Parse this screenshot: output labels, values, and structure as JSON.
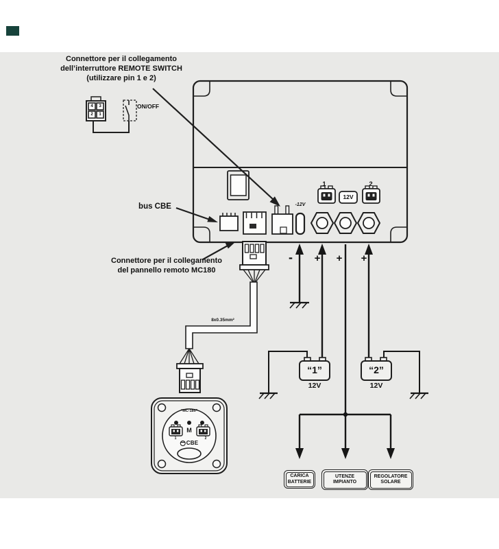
{
  "colors": {
    "canvas": "#e9e9e7",
    "page": "#ffffff",
    "line": "#1f1f1f",
    "component_fill": "#fbfbfa",
    "corner_mark": "#17433b"
  },
  "annotations": {
    "remote_switch": {
      "line1": "Connettore per il collegamento",
      "line2": "dell’interruttore REMOTE SWITCH",
      "line3": "(utilizzare pin 1 e 2)"
    },
    "on_off": "ON/OFF",
    "bus_cbe": "bus CBE",
    "mc180": {
      "line1": "Connettore per il collegamento",
      "line2": "del pannello remoto MC180"
    },
    "cable_spec": "8x0.35mm²"
  },
  "remote_connector": {
    "pins": [
      "4",
      "3",
      "2",
      "1"
    ]
  },
  "unit": {
    "fuse_label": "-12V",
    "battery1_label": "1",
    "battery2_label": "2",
    "voltage_label": "12V"
  },
  "wiring": {
    "minus": "-",
    "plus1": "+",
    "plus2": "+",
    "plus3": "+"
  },
  "batteries": {
    "b1": {
      "name": "“1”",
      "voltage": "12V"
    },
    "b2": {
      "name": "“2”",
      "voltage": "12V"
    }
  },
  "panel": {
    "title": "“MC-180”",
    "m_label": "M",
    "bat1": "1",
    "bat2": "2",
    "logo": "CBE"
  },
  "loads": [
    {
      "line1": "CARICA",
      "line2": "BATTERIE"
    },
    {
      "line1": "UTENZE",
      "line2": "IMPIANTO"
    },
    {
      "line1": "REGOLATORE",
      "line2": "SOLARE"
    }
  ]
}
